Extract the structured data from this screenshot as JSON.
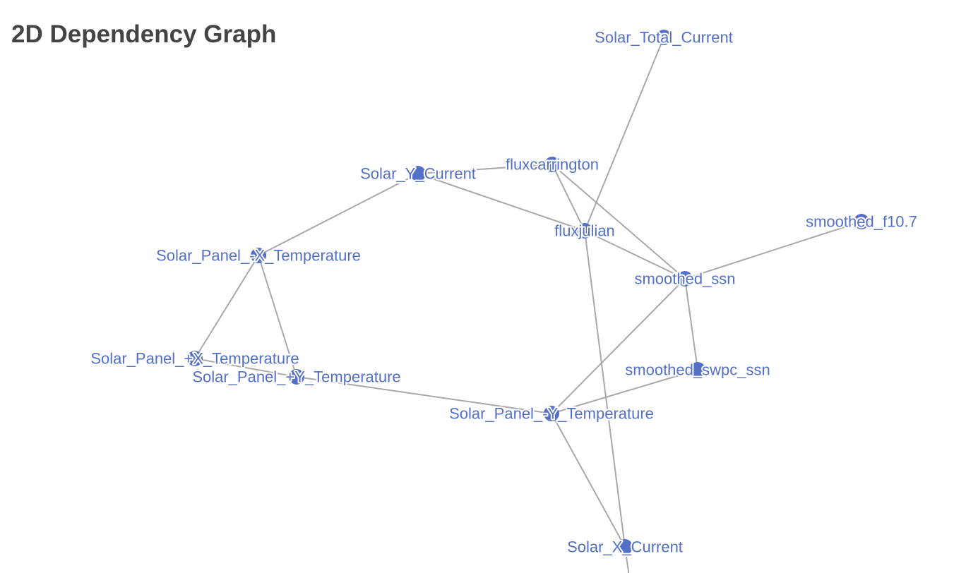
{
  "title": "2D Dependency Graph",
  "colors": {
    "node": "#5470c6",
    "edge": "#a9a9a9",
    "title": "#444444"
  },
  "nodes": [
    {
      "id": "solar_total_current",
      "label": "Solar_Total_Current"
    },
    {
      "id": "fluxcarrington",
      "label": "fluxcarrington"
    },
    {
      "id": "solar_y_current",
      "label": "Solar_Y_Current"
    },
    {
      "id": "fluxjulian",
      "label": "fluxjulian"
    },
    {
      "id": "smoothed_f10_7",
      "label": "smoothed_f10.7"
    },
    {
      "id": "panel_minus_x_temp",
      "label": "Solar_Panel_-X_Temperature"
    },
    {
      "id": "smoothed_ssn",
      "label": "smoothed_ssn"
    },
    {
      "id": "panel_plus_x_temp",
      "label": "Solar_Panel_+X_Temperature"
    },
    {
      "id": "smoothed_swpc_ssn",
      "label": "smoothed_swpc_ssn"
    },
    {
      "id": "panel_plus_y_temp",
      "label": "Solar_Panel_+Y_Temperature"
    },
    {
      "id": "panel_minus_y_temp",
      "label": "Solar_Panel_-Y_Temperature"
    },
    {
      "id": "solar_x_current",
      "label": "Solar_X_Current"
    }
  ],
  "edges": [
    [
      "solar_total_current",
      "fluxjulian"
    ],
    [
      "solar_y_current",
      "fluxcarrington"
    ],
    [
      "solar_y_current",
      "fluxjulian"
    ],
    [
      "solar_y_current",
      "panel_minus_x_temp"
    ],
    [
      "fluxcarrington",
      "fluxjulian"
    ],
    [
      "fluxcarrington",
      "smoothed_ssn"
    ],
    [
      "fluxjulian",
      "smoothed_ssn"
    ],
    [
      "fluxjulian",
      "solar_x_current"
    ],
    [
      "smoothed_ssn",
      "smoothed_f10_7"
    ],
    [
      "smoothed_ssn",
      "smoothed_swpc_ssn"
    ],
    [
      "smoothed_ssn",
      "panel_minus_y_temp"
    ],
    [
      "panel_minus_x_temp",
      "panel_plus_x_temp"
    ],
    [
      "panel_minus_x_temp",
      "panel_plus_y_temp"
    ],
    [
      "panel_plus_x_temp",
      "panel_plus_y_temp"
    ],
    [
      "panel_plus_y_temp",
      "panel_minus_y_temp"
    ],
    [
      "smoothed_swpc_ssn",
      "panel_minus_y_temp"
    ],
    [
      "panel_minus_y_temp",
      "solar_x_current"
    ],
    [
      "solar_x_current",
      "offscreen"
    ]
  ]
}
